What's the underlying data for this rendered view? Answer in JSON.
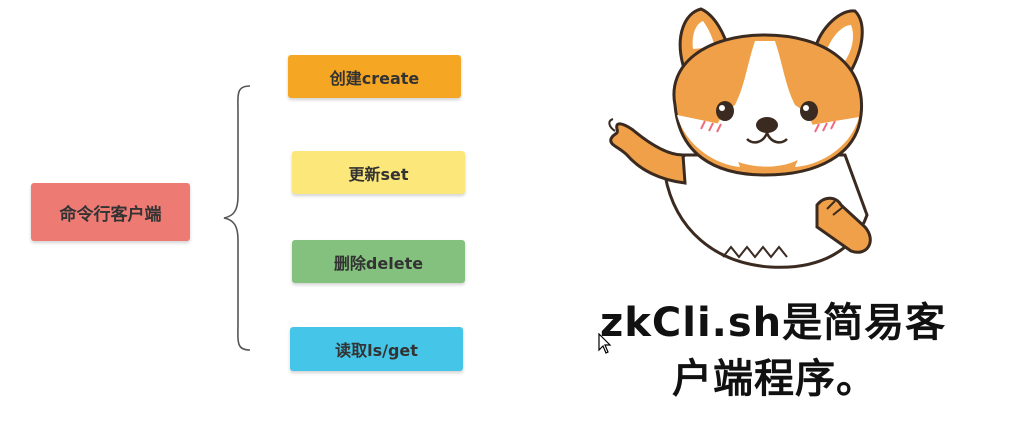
{
  "diagram": {
    "root_label": "命令行客户端",
    "branches": [
      {
        "label": "创建create",
        "color": "#f5a623"
      },
      {
        "label": "更新set",
        "color": "#fbe77a"
      },
      {
        "label": "删除delete",
        "color": "#84c17e"
      },
      {
        "label": "读取ls/get",
        "color": "#45c6e8"
      }
    ],
    "root_color": "#ed7b74"
  },
  "caption": {
    "line1": "zkCli.sh是简易客",
    "line2": "户端程序。"
  }
}
